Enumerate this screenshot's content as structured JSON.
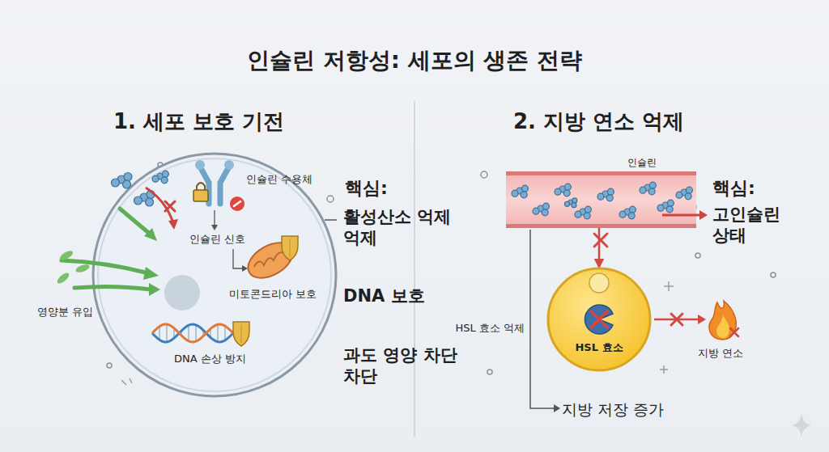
{
  "diagram": {
    "title": "인슐린 저항성: 세포의 생존 전략",
    "nodes": [
      {
        "text": [
          "인슐린 신호",
          "미토콘드리아 보호",
          "DNA 손상 방지"
        ]
      },
      {
        "text": [
          "인슐린"
        ]
      },
      {
        "text": [
          "HSL 효소"
        ]
      }
    ],
    "edges": [
      {
        "from": 1,
        "to": 2,
        "arrow": "to"
      }
    ],
    "labels": [
      "1. 세포 보호 기전",
      "2. 지방 연소 억제",
      "인슐린 수용체",
      "영양분 유입",
      "핵심:",
      "활성산소 억제 억제",
      "DNA 보호",
      "과도 영양 차단 차단",
      "HSL 효소 억제",
      "핵심:",
      "고인슐린 상태",
      "지방 연소",
      "지방 저장 증가"
    ]
  }
}
